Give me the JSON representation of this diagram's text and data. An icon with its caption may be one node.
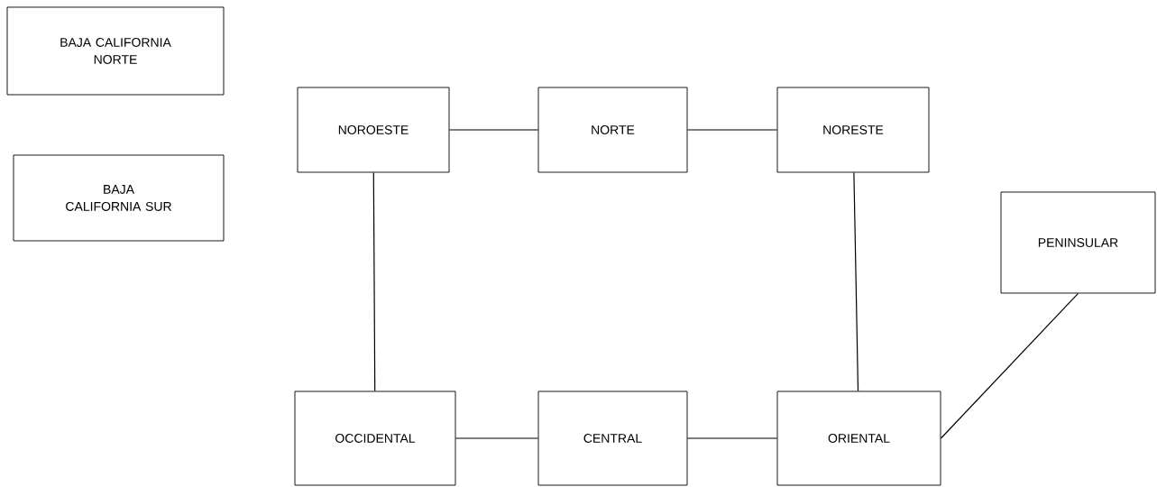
{
  "diagram": {
    "nodes": [
      {
        "text": [
          "BAJA CALIFORNIA NORTE"
        ]
      },
      {
        "text": [
          "BAJA CALIFORNIA SUR"
        ]
      },
      {
        "text": [
          "NOROESTE"
        ]
      },
      {
        "text": [
          "NORTE"
        ]
      },
      {
        "text": [
          "NORESTE"
        ]
      },
      {
        "text": [
          "PENINSULAR"
        ]
      },
      {
        "text": [
          "OCCIDENTAL"
        ]
      },
      {
        "text": [
          "CENTRAL"
        ]
      },
      {
        "text": [
          "ORIENTAL"
        ]
      }
    ],
    "edges": [
      {
        "from": 2,
        "to": 3,
        "arrow": "none"
      },
      {
        "from": 3,
        "to": 4,
        "arrow": "none"
      },
      {
        "from": 2,
        "to": 6,
        "arrow": "none"
      },
      {
        "from": 4,
        "to": 8,
        "arrow": "none"
      },
      {
        "from": 6,
        "to": 7,
        "arrow": "none"
      },
      {
        "from": 7,
        "to": 8,
        "arrow": "none"
      },
      {
        "from": 8,
        "to": 5,
        "arrow": "none"
      }
    ]
  }
}
